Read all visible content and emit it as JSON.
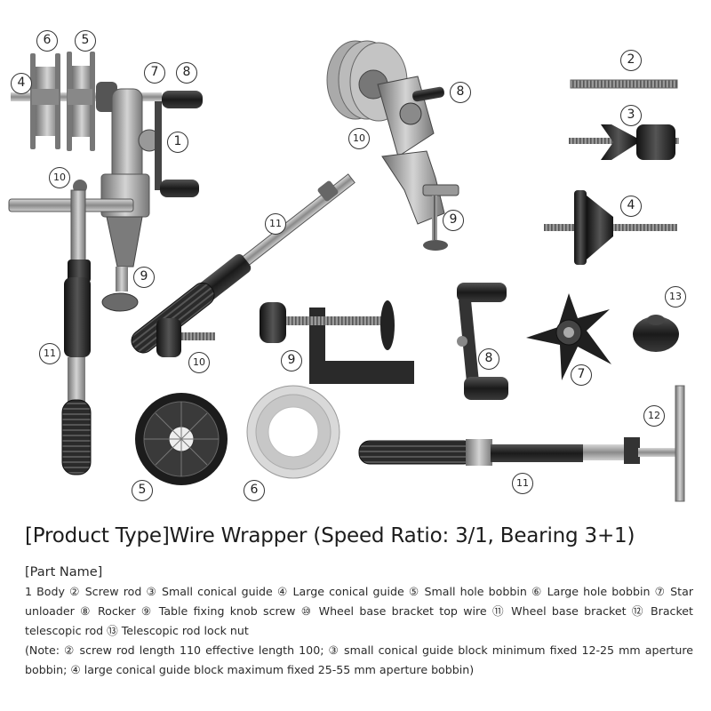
{
  "callouts": {
    "c1": "1",
    "c2": "2",
    "c3": "3",
    "c4": "4",
    "c5": "5",
    "c6": "6",
    "c7": "7",
    "c8": "8",
    "c9": "9",
    "c10": "10",
    "c11": "11",
    "c12": "12",
    "c13": "13"
  },
  "title": "[Product Type]Wire Wrapper (Speed Ratio: 3/1, Bearing 3+1)",
  "part_name_heading": "[Part Name]",
  "parts_text": "1 Body ② Screw rod ③ Small conical guide ④ Large conical guide ⑤ Small hole bobbin ⑥ Large hole bobbin ⑦ Star unloader ⑧ Rocker ⑨ Table fixing knob screw ⑩ Wheel base bracket top wire ⑪ Wheel base bracket ⑫ Bracket telescopic rod ⑬ Telescopic rod lock nut",
  "note_text": "(Note: ② screw rod length 110 effective length 100; ③ small conical guide block minimum fixed 12-25 mm aperture bobbin; ④ large conical guide block maximum fixed 25-55 mm aperture bobbin)",
  "colors": {
    "metal": "#9a9a9a",
    "dark": "#2b2b2b",
    "light_metal": "#c9c9c9"
  }
}
